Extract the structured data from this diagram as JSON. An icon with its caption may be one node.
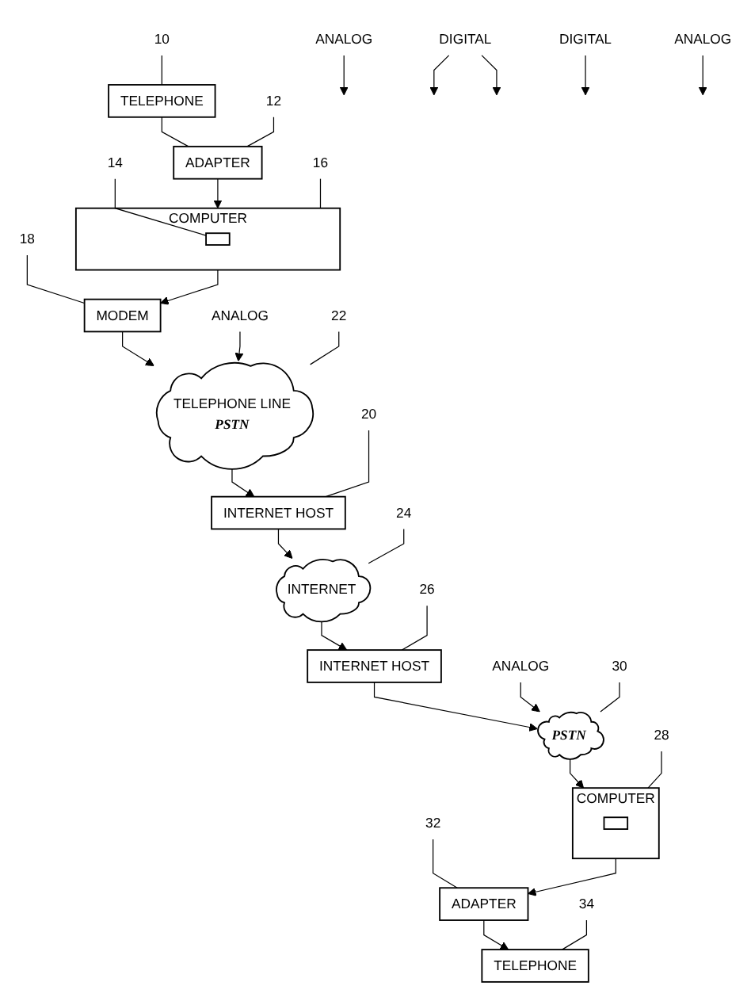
{
  "diagram": {
    "nodes": [
      {
        "text": [
          "ANALOG"
        ]
      },
      {
        "text": [
          "ANALOG"
        ]
      },
      {
        "text": [
          "TELEPHONE"
        ]
      },
      {
        "text": [
          "10"
        ]
      },
      {
        "text": [
          "ADAPTER"
        ]
      },
      {
        "text": [
          "12"
        ]
      },
      {
        "text": [
          "TELEPHONE LINE",
          "PSTN"
        ]
      },
      {
        "text": [
          "22"
        ]
      },
      {
        "text": [
          "DIGITAL"
        ]
      },
      {
        "text": [
          "COMPUTER"
        ]
      },
      {
        "text": [],
        "shape": "box",
        "in": 9
      },
      {
        "text": [
          "16"
        ]
      },
      {
        "text": [
          "14"
        ]
      },
      {
        "text": [
          "MODEM"
        ]
      },
      {
        "text": [
          "18"
        ]
      },
      {
        "text": [
          "INTERNET HOST"
        ]
      },
      {
        "text": [
          "20"
        ]
      },
      {
        "text": [
          "INTERNET"
        ]
      },
      {
        "text": [
          "24"
        ]
      },
      {
        "text": [
          "DIGITAL"
        ]
      },
      {
        "text": [
          "ANALOG"
        ]
      },
      {
        "text": [
          "ADAPTER"
        ]
      },
      {
        "text": [
          "32"
        ]
      },
      {
        "text": [
          "COMPUTER"
        ]
      },
      {
        "text": [],
        "shape": "box",
        "in": 23
      },
      {
        "text": [
          "28"
        ]
      },
      {
        "text": [
          "PSTN"
        ]
      },
      {
        "text": [
          "30"
        ]
      },
      {
        "text": [
          "INTERNET HOST"
        ]
      },
      {
        "text": [
          "26"
        ]
      },
      {
        "text": [
          "ANALOG"
        ]
      },
      {
        "text": [
          "TELEPHONE"
        ]
      },
      {
        "text": [
          "34"
        ]
      }
    ],
    "edges": [
      {
        "from": 2,
        "to": 4,
        "arrow": "none"
      },
      {
        "from": 4,
        "to": 9,
        "arrow": "to"
      },
      {
        "from": 9,
        "to": 13,
        "arrow": "to"
      },
      {
        "from": 13,
        "to": 6,
        "arrow": "to"
      },
      {
        "from": 6,
        "to": 15,
        "arrow": "to"
      },
      {
        "from": 15,
        "to": 17,
        "arrow": "to"
      },
      {
        "from": 17,
        "to": 28,
        "arrow": "to"
      },
      {
        "from": 28,
        "to": 26,
        "arrow": "to"
      },
      {
        "from": 26,
        "to": 23,
        "arrow": "to"
      },
      {
        "from": 23,
        "to": 21,
        "arrow": "to"
      },
      {
        "from": 21,
        "to": 31,
        "arrow": "to"
      },
      {
        "from": 0,
        "to": null,
        "arrow": "to"
      },
      {
        "from": 1,
        "to": 6,
        "arrow": "to"
      },
      {
        "from": 8,
        "to": null,
        "arrow": "to"
      },
      {
        "from": 8,
        "to": null,
        "arrow": "to"
      },
      {
        "from": 19,
        "to": null,
        "arrow": "to"
      },
      {
        "from": 20,
        "to": 26,
        "arrow": "to"
      },
      {
        "from": 30,
        "to": null,
        "arrow": "to"
      },
      {
        "from": 3,
        "to": 2,
        "arrow": "none"
      },
      {
        "from": 5,
        "to": 4,
        "arrow": "none"
      },
      {
        "from": 7,
        "to": 6,
        "arrow": "none"
      },
      {
        "from": 11,
        "to": 9,
        "arrow": "none"
      },
      {
        "from": 12,
        "to": 10,
        "arrow": "none"
      },
      {
        "from": 14,
        "to": 13,
        "arrow": "none"
      },
      {
        "from": 16,
        "to": 15,
        "arrow": "none"
      },
      {
        "from": 18,
        "to": 17,
        "arrow": "none"
      },
      {
        "from": 22,
        "to": 21,
        "arrow": "none"
      },
      {
        "from": 25,
        "to": 23,
        "arrow": "none"
      },
      {
        "from": 27,
        "to": 26,
        "arrow": "none"
      },
      {
        "from": 29,
        "to": 28,
        "arrow": "none"
      },
      {
        "from": 32,
        "to": 31,
        "arrow": "none"
      }
    ]
  }
}
